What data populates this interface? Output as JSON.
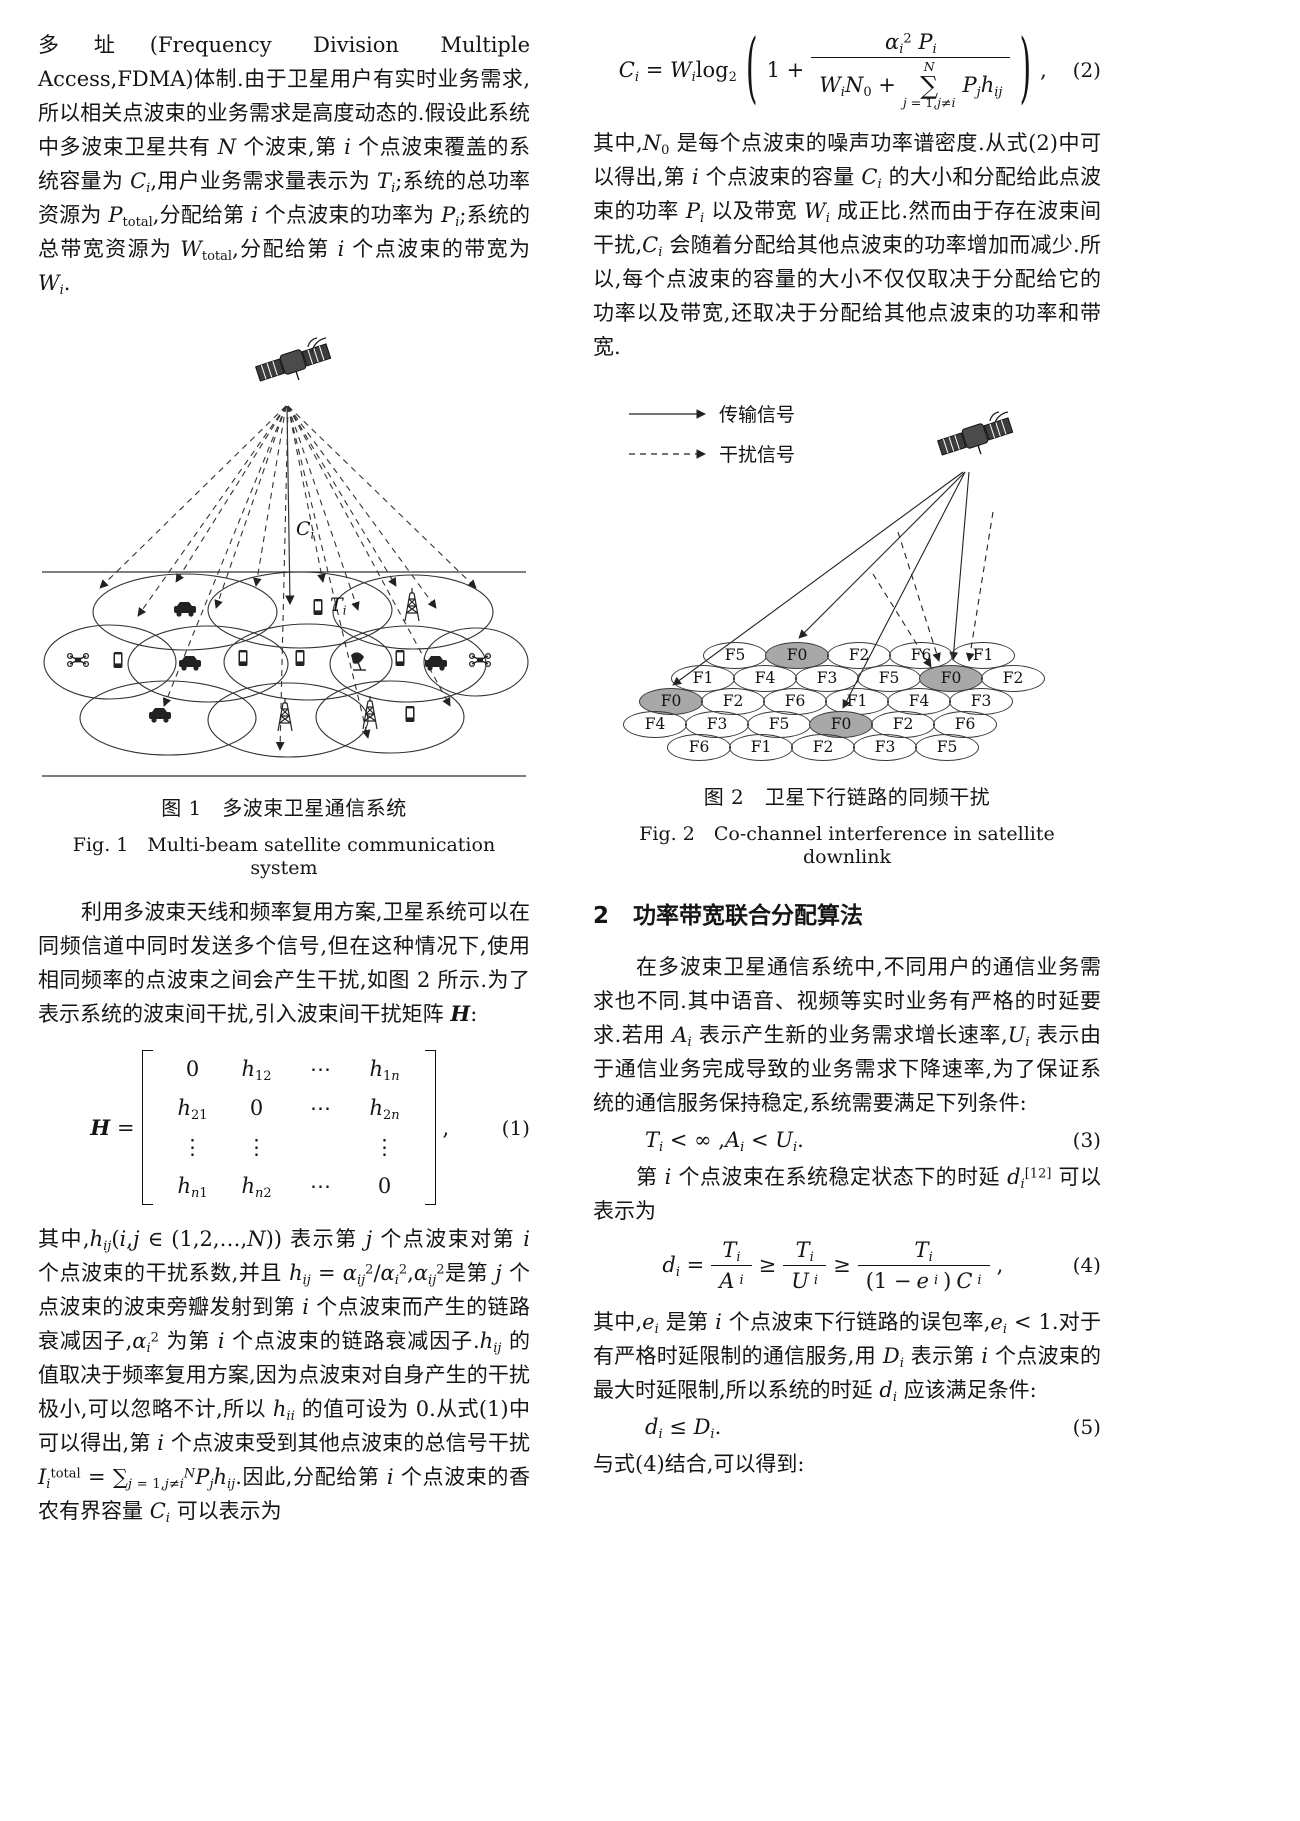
{
  "left": {
    "p1": "多址(Frequency Division Multiple Access,FDMA)体制.由于卫星用户有实时业务需求,所以相关点波束的业务需求是高度动态的.假设此系统中多波束卫星共有 *N* 个波束,第 *i* 个点波束覆盖的系统容量为 *C*_{*i*},用户业务需求量表示为 *T*_{*i*};系统的总功率资源为 *P*_{total},分配给第 *i* 个点波束的功率为 *P*_{*i*};系统的总带宽资源为 *W*_{total},分配给第 *i* 个点波束的带宽为 *W*_{*i*}.",
    "fig1": {
      "label_ci": "*C*_{*i*}",
      "label_ti": "*T*_{*i*}",
      "caption_zh": "图 1　多波束卫星通信系统",
      "caption_en": "Fig. 1　Multi-beam satellite communication system"
    },
    "p2": "利用多波束天线和频率复用方案,卫星系统可以在同频信道中同时发送多个信号,但在这种情况下,使用相同频率的点波束之间会产生干扰,如图 2 所示.为了表示系统的波束间干扰,引入波束间干扰矩阵 **H**:",
    "eq1": {
      "lhs": "**H** =",
      "rows": [
        [
          "0",
          "*h*_{12}",
          "⋯",
          "*h*_{1*n*}"
        ],
        [
          "*h*_{21}",
          "0",
          "⋯",
          "*h*_{2*n*}"
        ],
        [
          "⋮",
          "⋮",
          "",
          "⋮"
        ],
        [
          "*h*_{*n*1}",
          "*h*_{*n*2}",
          "⋯",
          "0"
        ]
      ],
      "comma": ",",
      "number": "(1)"
    },
    "p3": "其中,*h*_{*ij*}(*i*,*j* ∈ (1,2,…,*N*)) 表示第 *j* 个点波束对第 *i* 个点波束的干扰系数,并且 *h*_{*ij*} = *α*_{*ij*}^{2}/*α*_{*i*}^{2},*α*_{*ij*}^{2}是第 *j* 个点波束的波束旁瓣发射到第 *i* 个点波束而产生的链路衰减因子,*α*_{*i*}^{2} 为第 *i* 个点波束的链路衰减因子.*h*_{*ij*} 的值取决于频率复用方案,因为点波束对自身产生的干扰极小,可以忽略不计,所以 *h*_{*ii*} 的值可设为 0.从式(1)中可以得出,第 *i* 个点波束受到其他点波束的总信号干扰 *I*_{*i*}^{total} = ∑_{*j* = 1,*j*≠*i*}^{*N*}*P*_{*j*}*h*_{*ij*}.因此,分配给第 *i* 个点波束的香农有界容量 *C*_{*i*} 可以表示为"
  },
  "right": {
    "eq2": {
      "lhs": "*C*_{*i*} = *W*_{*i*}log_{2}",
      "inner_pre": "1 +",
      "num": "*α*_{*i*}^{2} *P*_{*i*}",
      "den_pre": "*W*_{*i*}*N*_{0} +",
      "sum_top": "*N*",
      "sum_sym": "∑",
      "sum_bot": "*j* = 1,*j*≠*i*",
      "den_post": "*P*_{*j*}*h*_{*ij*}",
      "comma": ",",
      "number": "(2)"
    },
    "p1": "其中,*N*_{0} 是每个点波束的噪声功率谱密度.从式(2)中可以得出,第 *i* 个点波束的容量 *C*_{*i*} 的大小和分配给此点波束的功率 *P*_{*i*} 以及带宽 *W*_{*i*} 成正比.然而由于存在波束间干扰,*C*_{*i*} 会随着分配给其他点波束的功率增加而减少.所以,每个点波束的容量的大小不仅仅取决于分配给它的功率以及带宽,还取决于分配给其他点波束的功率和带宽.",
    "fig2": {
      "legend": [
        "传输信号",
        "干扰信号"
      ],
      "rows": [
        [
          "F5",
          "F0",
          "F2",
          "F6",
          "F1"
        ],
        [
          "F1",
          "F4",
          "F3",
          "F5",
          "F0",
          "F2"
        ],
        [
          "F0",
          "F2",
          "F6",
          "F1",
          "F4",
          "F3"
        ],
        [
          "F4",
          "F3",
          "F5",
          "F0",
          "F2",
          "F6"
        ],
        [
          "F6",
          "F1",
          "F2",
          "F3",
          "F5"
        ]
      ],
      "caption_zh": "图 2　卫星下行链路的同频干扰",
      "caption_en": "Fig. 2　Co-channel interference in satellite downlink"
    },
    "section": {
      "number": "2",
      "title": "功率带宽联合分配算法"
    },
    "p2": "在多波束卫星通信系统中,不同用户的通信业务需求也不同.其中语音、视频等实时业务有严格的时延要求.若用 *A*_{*i*} 表示产生新的业务需求增长速率,*U*_{*i*} 表示由于通信业务完成导致的业务需求下降速率,为了保证系统的通信服务保持稳定,系统需要满足下列条件:",
    "eq3": {
      "body": "*T*_{*i*} < ∞ ,*A*_{*i*} < *U*_{*i*}.",
      "number": "(3)"
    },
    "p3": "第 *i* 个点波束在系统稳定状态下的时延 *d*_{*i*}^{[12]} 可以表示为",
    "eq4": {
      "lhs": "*d*_{*i*} =",
      "f1n": "*T*_{*i*}",
      "f1d": "*A*_{*i*}",
      "rel1": "≥",
      "f2n": "*T*_{*i*}",
      "f2d": "*U*_{*i*}",
      "rel2": "≥",
      "f3n": "*T*_{*i*}",
      "f3d": "(1 − *e*_{*i*})*C*_{*i*}",
      "comma": ",",
      "number": "(4)"
    },
    "p4": "其中,*e*_{*i*} 是第 *i* 个点波束下行链路的误包率,*e*_{*i*} < 1.对于有严格时延限制的通信服务,用 *D*_{*i*} 表示第 *i* 个点波束的最大时延限制,所以系统的时延 *d*_{*i*} 应该满足条件:",
    "eq5": {
      "body": "*d*_{*i*} ≤ *D*_{*i*}.",
      "number": "(5)"
    },
    "p5": "与式(4)结合,可以得到:"
  }
}
